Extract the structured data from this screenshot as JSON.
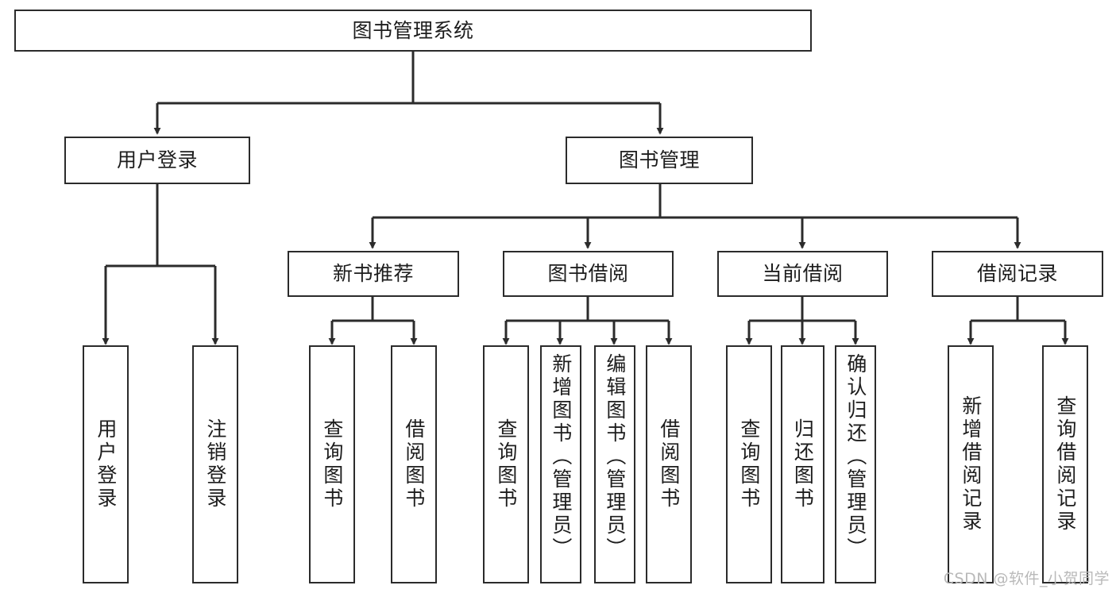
{
  "diagram": {
    "title": "图书管理系统",
    "type": "tree",
    "stroke_color": "#2b2b2b",
    "fill_color": "#ffffff",
    "text_color": "#1d1d1d",
    "nodes": {
      "root": {
        "label": "图书管理系统"
      },
      "l2": [
        {
          "label": "用户登录"
        },
        {
          "label": "图书管理"
        }
      ],
      "l3": [
        {
          "label": "新书推荐"
        },
        {
          "label": "图书借阅"
        },
        {
          "label": "当前借阅"
        },
        {
          "label": "借阅记录"
        }
      ],
      "leaves": [
        {
          "label": "用户登录"
        },
        {
          "label": "注销登录"
        },
        {
          "label": "查询图书"
        },
        {
          "label": "借阅图书"
        },
        {
          "label": "查询图书"
        },
        {
          "label": "新增图书（管理员）"
        },
        {
          "label": "编辑图书（管理员）"
        },
        {
          "label": "借阅图书"
        },
        {
          "label": "查询图书"
        },
        {
          "label": "归还图书"
        },
        {
          "label": "确认归还（管理员）"
        },
        {
          "label": "新增借阅记录"
        },
        {
          "label": "查询借阅记录"
        }
      ]
    },
    "watermark": "CSDN @软件_小贺同学"
  }
}
